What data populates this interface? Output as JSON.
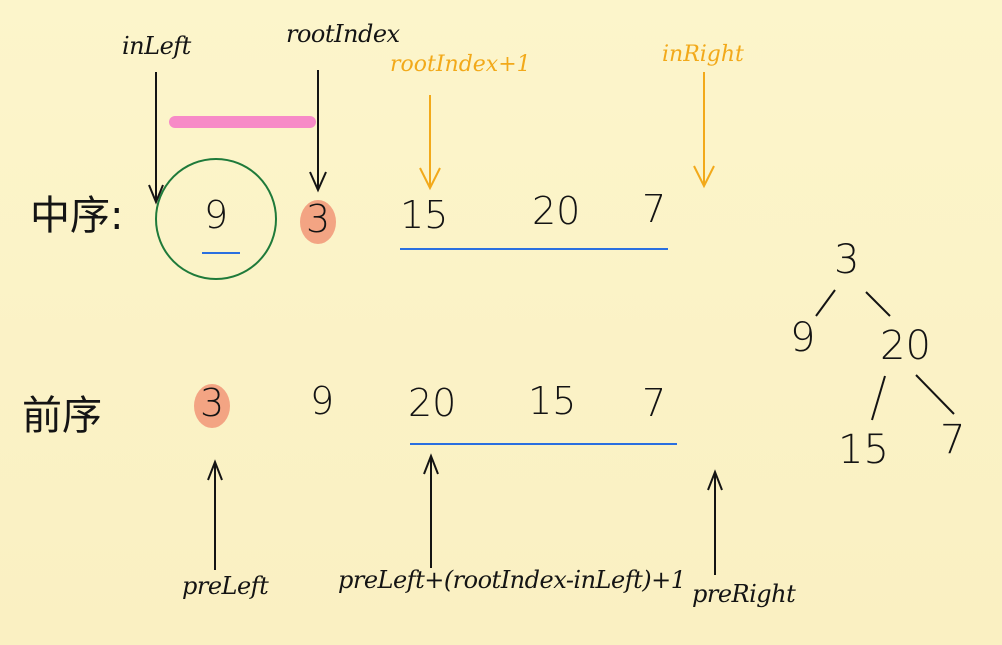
{
  "top_pointers": {
    "in_left": "inLeft",
    "root_index": "rootIndex",
    "root_index_plus_one": "rootIndex+1",
    "in_right": "inRight"
  },
  "inorder": {
    "label": "中序:",
    "values": [
      "9",
      "3",
      "15",
      "20",
      "7"
    ]
  },
  "preorder": {
    "label": "前序",
    "values": [
      "3",
      "9",
      "20",
      "15",
      "7"
    ]
  },
  "bottom_pointers": {
    "pre_left": "preLeft",
    "pre_left_formula": "preLeft+(rootIndex-inLeft)+1",
    "pre_right": "preRight"
  },
  "tree": {
    "root": "3",
    "left": "9",
    "right": "20",
    "right_left": "15",
    "right_right": "7"
  },
  "colors": {
    "background": "#fbf3c6",
    "pink_bar": "#f78ac7",
    "green_circle": "#1f7a3a",
    "root_highlight": "#f3a483",
    "underline_blue": "#2a6fe0",
    "orange_pointer": "#f2a91a",
    "ink": "#141414"
  }
}
